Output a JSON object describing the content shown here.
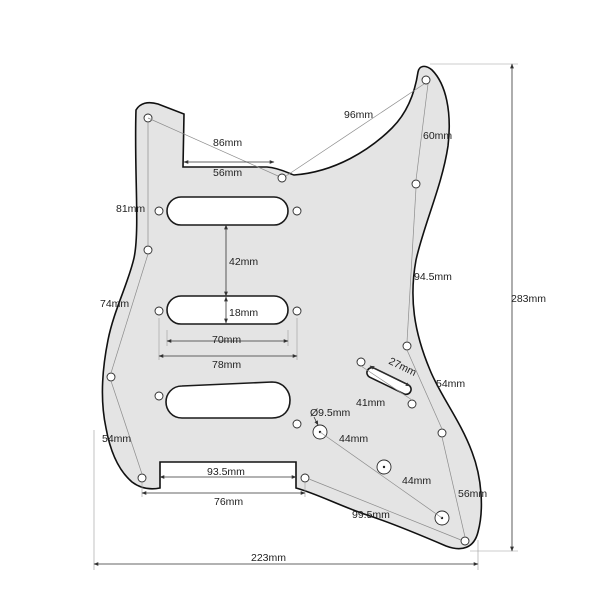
{
  "dimensions": {
    "horn_to_top_hole": "96mm",
    "upper_right_holes": "60mm",
    "top_left_span": "86mm",
    "neck_pocket_width": "56mm",
    "left_upper_holes": "81mm",
    "pickup_spacing": "42mm",
    "pickup_slot_height": "18mm",
    "right_side_holes": "94.5mm",
    "overall_height": "283mm",
    "left_mid_holes": "74mm",
    "pickup_slot_length": "70mm",
    "pickup_mount_spacing": "78mm",
    "switch_slot_length": "27mm",
    "lower_right_holes": "54mm",
    "switch_mount_spacing": "41mm",
    "pot_hole_diameter": "Ø9.5mm",
    "pot_spacing_1": "44mm",
    "left_lower_holes": "54mm",
    "pot_spacing_2": "44mm",
    "bottom_cutout_width": "93.5mm",
    "bottom_right_holes": "56mm",
    "bottom_mount_spacing": "76mm",
    "bottom_span": "99.5mm",
    "overall_width": "223mm"
  }
}
